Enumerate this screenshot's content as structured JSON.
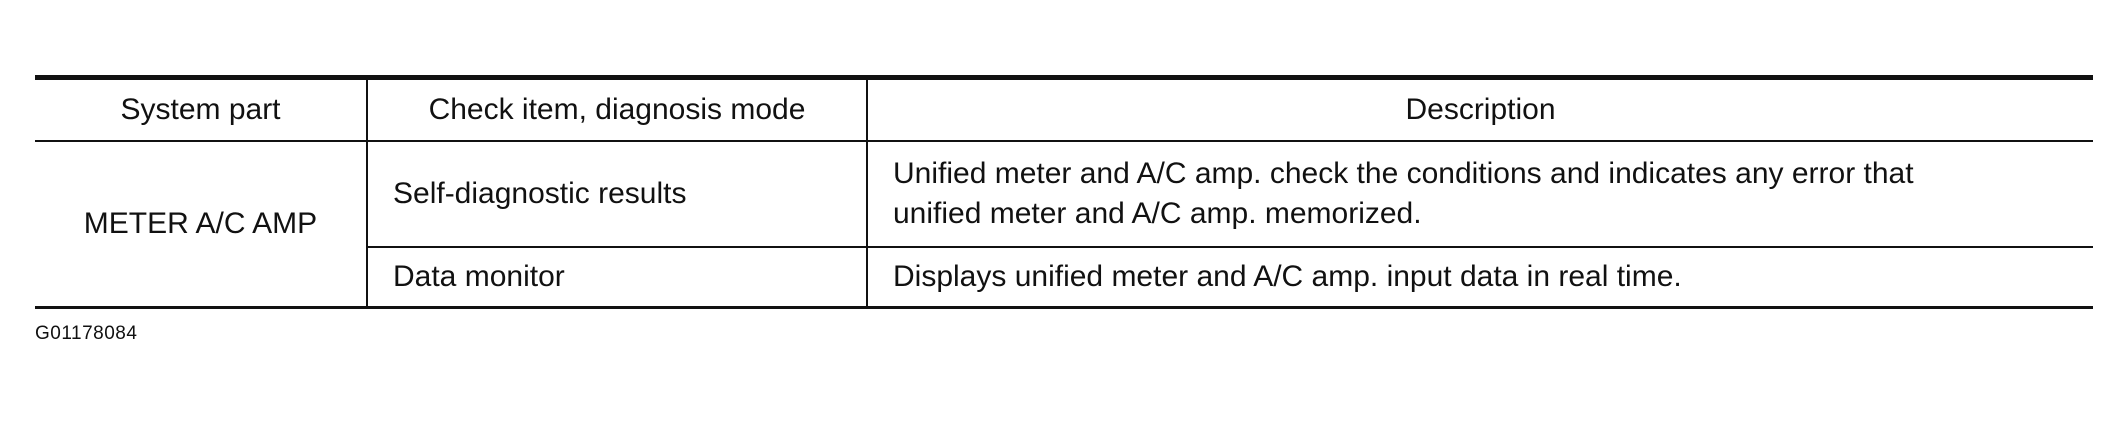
{
  "table": {
    "headers": [
      "System part",
      "Check item, diagnosis mode",
      "Description"
    ],
    "system_part": "METER A/C AMP",
    "rows": [
      {
        "item": "Self-diagnostic results",
        "description_line1": "Unified meter and A/C amp. check the conditions and indicates any error that",
        "description_line2": "unified meter and A/C amp. memorized."
      },
      {
        "item": "Data monitor",
        "description_line1": "Displays unified meter and A/C amp. input data in real time."
      }
    ]
  },
  "figure_id": "G01178084"
}
